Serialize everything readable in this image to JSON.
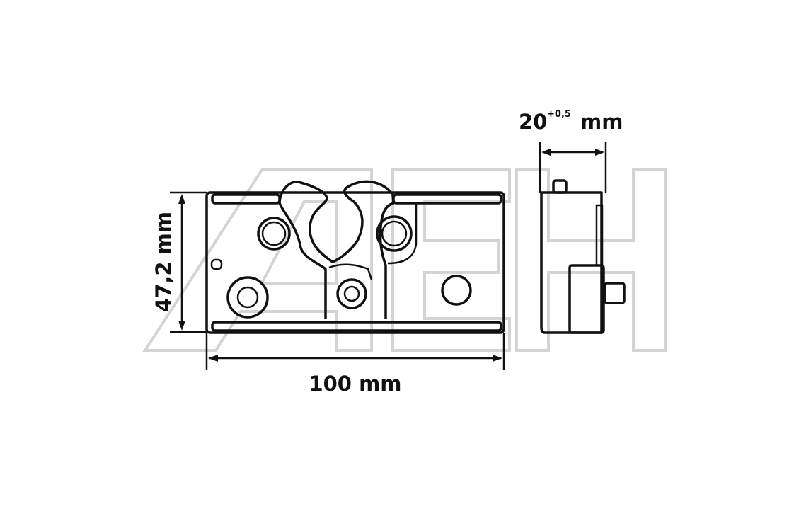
{
  "watermark": {
    "text": "AEH",
    "color": "#d4d4d4"
  },
  "dimensions": {
    "height_label": "47,2 mm",
    "width_label": "100 mm",
    "depth_value": "20",
    "depth_tolerance": "+0,5",
    "depth_unit": "mm"
  },
  "colors": {
    "line": "#111111",
    "background": "#ffffff"
  }
}
